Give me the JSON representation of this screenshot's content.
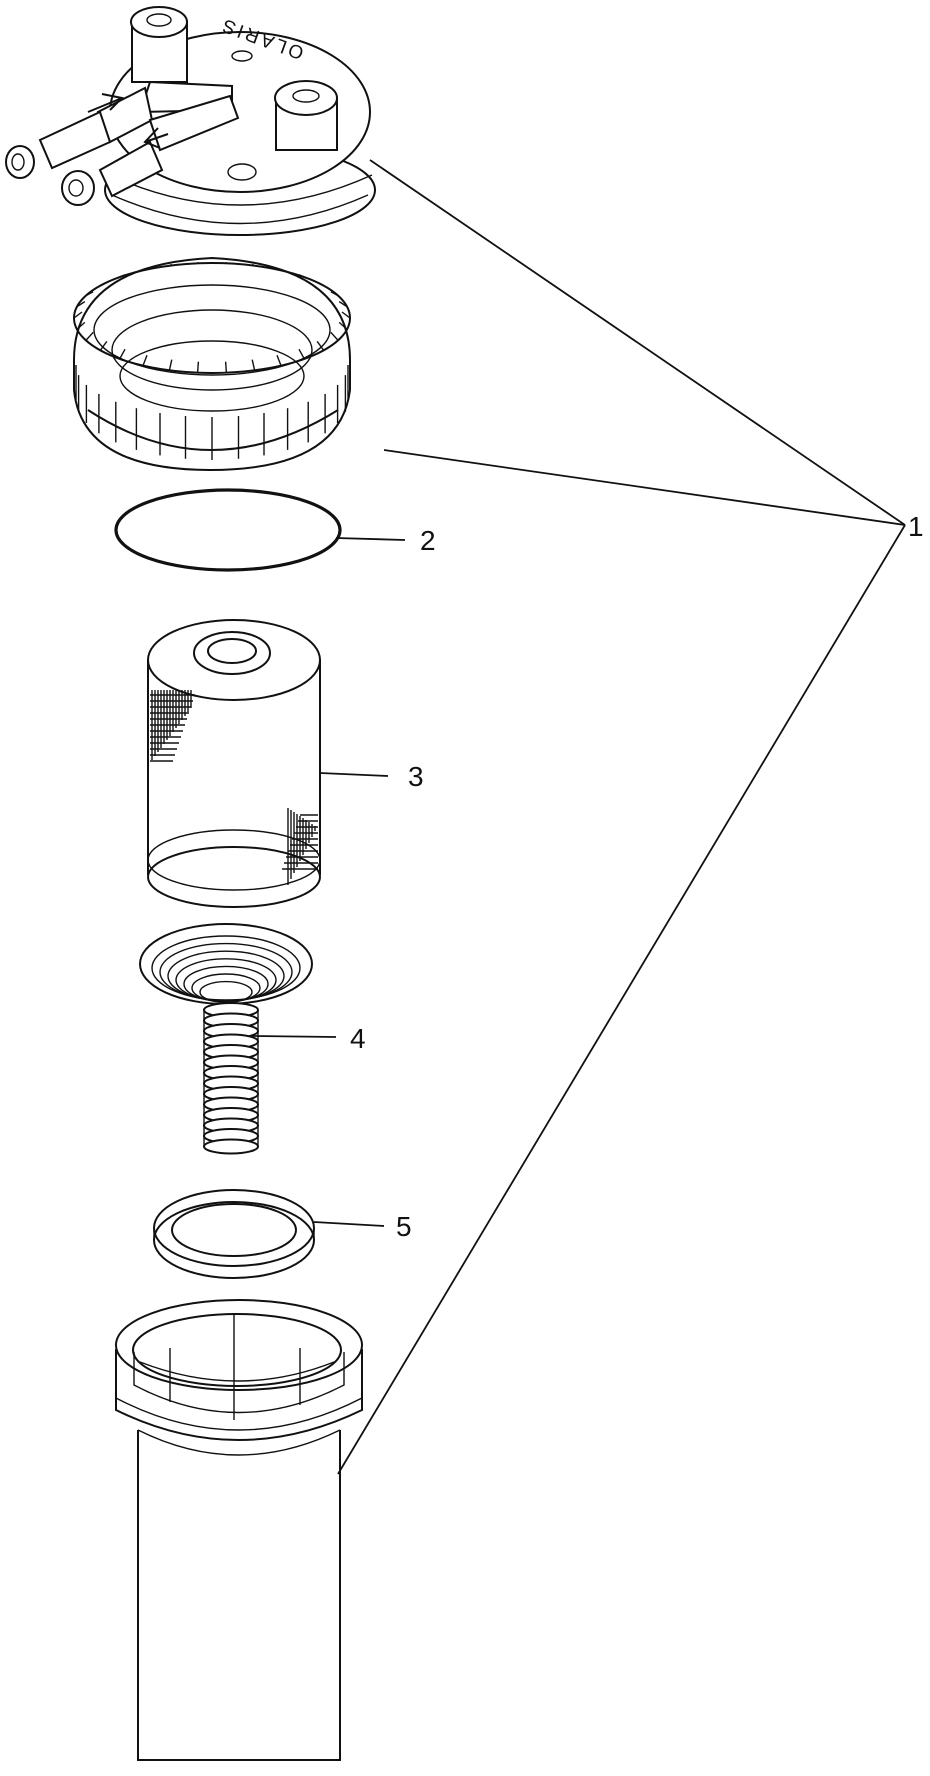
{
  "diagram": {
    "brand_text": "OLARIS",
    "callouts": [
      {
        "id": "1",
        "label": "1"
      },
      {
        "id": "2",
        "label": "2"
      },
      {
        "id": "3",
        "label": "3"
      },
      {
        "id": "4",
        "label": "4"
      },
      {
        "id": "5",
        "label": "5"
      }
    ],
    "colors": {
      "ink": "#111111",
      "background": "#ffffff"
    }
  }
}
